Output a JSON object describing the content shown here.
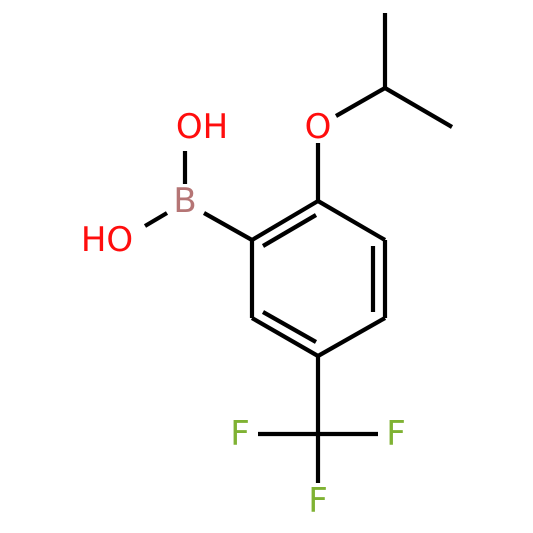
{
  "molecule": {
    "name": "",
    "atoms": {
      "O_ether": {
        "label": "O",
        "element": "oxygen"
      },
      "B": {
        "label": "B",
        "element": "boron"
      },
      "O_hydroxy_top": {
        "label": "OH",
        "element": "oxygen"
      },
      "O_hydroxy_left": {
        "label": "HO",
        "element": "oxygen"
      },
      "F_left": {
        "label": "F",
        "element": "fluorine"
      },
      "F_right": {
        "label": "F",
        "element": "fluorine"
      },
      "F_bottom": {
        "label": "F",
        "element": "fluorine"
      }
    },
    "colors": {
      "bond": "#000000",
      "oxygen": "#ff0d0d",
      "boron": "#b57575",
      "fluorine": "#7fb233",
      "background": "#ffffff"
    }
  }
}
